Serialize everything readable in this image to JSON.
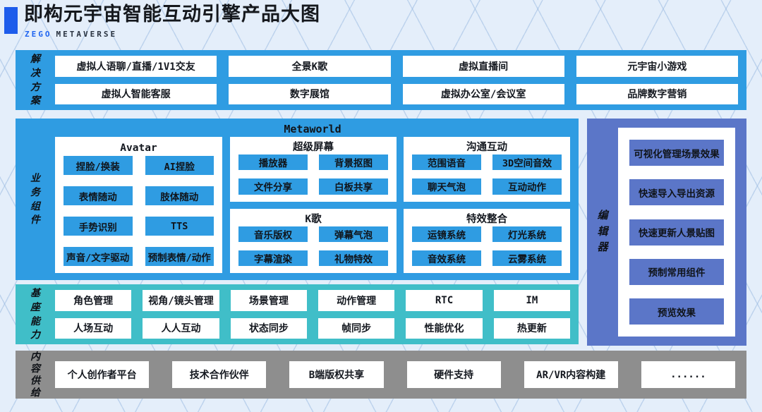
{
  "colors": {
    "section_blue": "#2f9ce2",
    "section_teal": "#40bec8",
    "section_indigo": "#5b76c8",
    "section_gray": "#8e8e8e",
    "accent_bar_blue": "#1d5ceb",
    "brand_blue": "#2065f0",
    "background": "#e4eefa"
  },
  "header": {
    "title": "即构元宇宙智能互动引擎产品大图",
    "brand": "ZEGO",
    "brand_rest": "METAVERSE"
  },
  "solutions": {
    "label": "解决方案",
    "items": [
      "虚拟人语聊/直播/1V1交友",
      "全景K歌",
      "虚拟直播间",
      "元宇宙小游戏",
      "虚拟人智能客服",
      "数字展馆",
      "虚拟办公室/会议室",
      "品牌数字营销"
    ]
  },
  "business": {
    "label": "业务组件",
    "platform": "Metaworld",
    "avatar": {
      "title": "Avatar",
      "items": [
        "捏脸/换装",
        "AI捏脸",
        "表情随动",
        "肢体随动",
        "手势识别",
        "TTS",
        "声音/文字驱动",
        "预制表情/动作"
      ]
    },
    "super_screen": {
      "title": "超级屏幕",
      "items": [
        "播放器",
        "背景抠图",
        "文件分享",
        "白板共享"
      ]
    },
    "communication": {
      "title": "沟通互动",
      "items": [
        "范围语音",
        "3D空间音效",
        "聊天气泡",
        "互动动作"
      ]
    },
    "ktv": {
      "title": "K歌",
      "items": [
        "音乐版权",
        "弹幕气泡",
        "字幕渲染",
        "礼物特效"
      ]
    },
    "effects": {
      "title": "特效整合",
      "items": [
        "运镜系统",
        "灯光系统",
        "音效系统",
        "云雾系统"
      ]
    }
  },
  "editor": {
    "label": "编辑器",
    "items": [
      "可视化管理场景效果",
      "快速导入导出资源",
      "快速更新人景贴图",
      "预制常用组件",
      "预览效果"
    ]
  },
  "foundation": {
    "label": "基座能力",
    "items": [
      "角色管理",
      "视角/镜头管理",
      "场景管理",
      "动作管理",
      "RTC",
      "IM",
      "人场互动",
      "人人互动",
      "状态同步",
      "帧同步",
      "性能优化",
      "热更新"
    ]
  },
  "content_supply": {
    "label": "内容供给",
    "items": [
      "个人创作者平台",
      "技术合作伙伴",
      "B端版权共享",
      "硬件支持",
      "AR/VR内容构建",
      "......"
    ]
  }
}
